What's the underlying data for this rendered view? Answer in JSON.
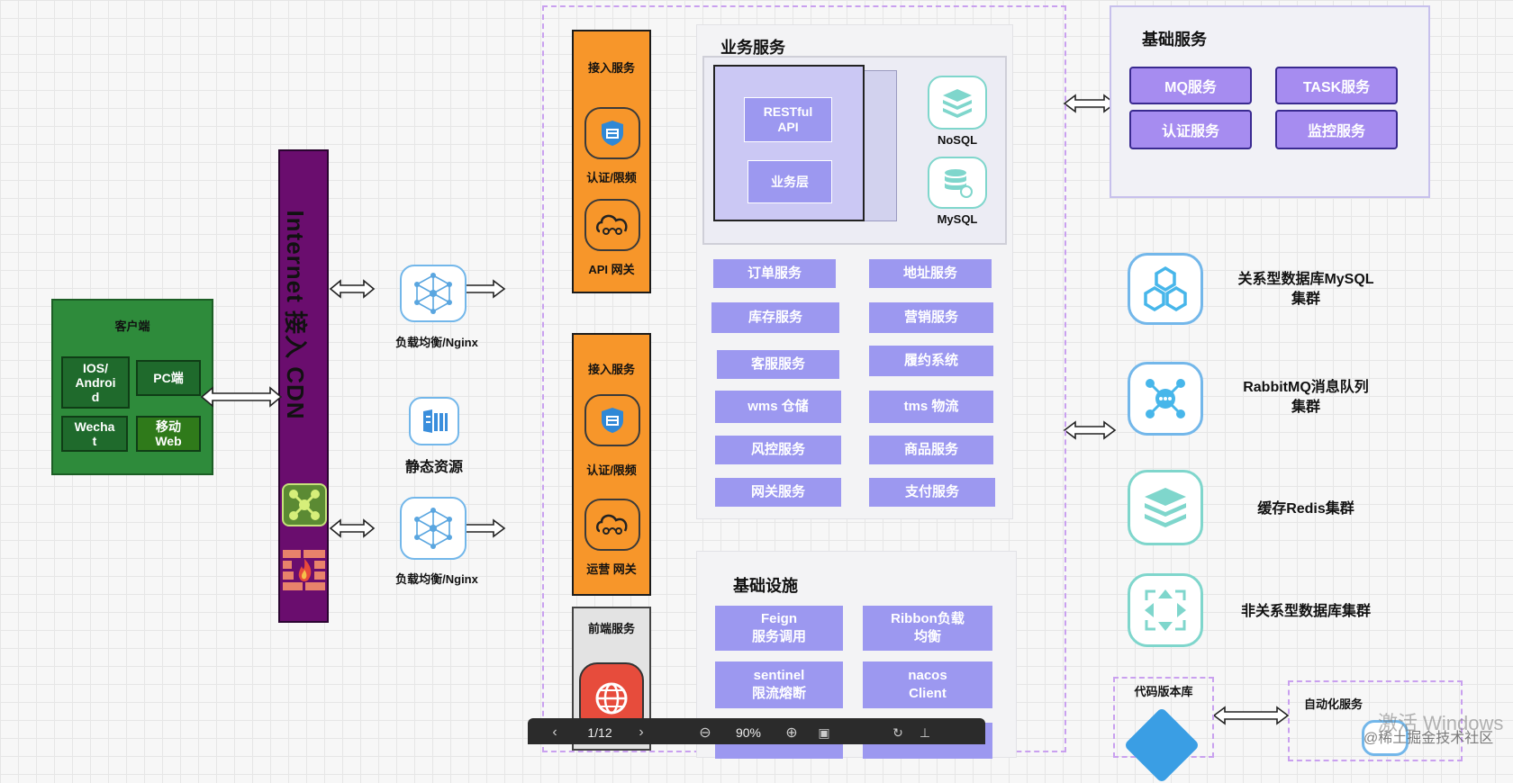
{
  "client": {
    "title": "客户端",
    "items": [
      "IOS/\nAndroi\nd",
      "PC端",
      "Wecha\nt",
      "移动\nWeb"
    ]
  },
  "internet": {
    "label": "Internet 接入 CDN"
  },
  "lb": {
    "top": "负载均衡/Nginx",
    "bottom": "负载均衡/Nginx"
  },
  "static_res": "静态资源",
  "access": {
    "top": {
      "title": "接入服务",
      "auth": "认证/限频",
      "gateway": "API 网关"
    },
    "bottom": {
      "title": "接入服务",
      "auth": "认证/限频",
      "gateway": "运营 网关"
    },
    "frontend": "前端服务"
  },
  "business": {
    "title": "业务服务",
    "restful": "RESTful\nAPI",
    "layer": "业务层",
    "nosql": "NoSQL",
    "mysql": "MySQL",
    "services": [
      "订单服务",
      "地址服务",
      "库存服务",
      "营销服务",
      "客服服务",
      "履约系统",
      "wms 仓储",
      "tms 物流",
      "风控服务",
      "商品服务",
      "网关服务",
      "支付服务"
    ]
  },
  "infra": {
    "title": "基础设施",
    "items": [
      "Feign\n服务调用",
      "Ribbon负载\n均衡",
      "sentinel\n限流熔断",
      "nacos\nClient"
    ]
  },
  "basic": {
    "title": "基础服务",
    "items": [
      "MQ服务",
      "TASK服务",
      "认证服务",
      "监控服务"
    ]
  },
  "clusters": [
    "关系型数据库MySQL\n集群",
    "RabbitMQ消息队列\n集群",
    "缓存Redis集群",
    "非关系型数据库集群"
  ],
  "code_repo": "代码版本库",
  "automation": "自动化服务",
  "toolbar": {
    "page": "1/12",
    "zoom": "90%"
  },
  "watermark": {
    "activate": "激活 Windows",
    "community": "@稀土掘金技术社区"
  },
  "colors": {
    "client": "#2e8b3b",
    "internet": "#6a0d6e",
    "orange": "#f7962a",
    "purple": "#9c98f0",
    "teal": "#7fd6cc"
  }
}
